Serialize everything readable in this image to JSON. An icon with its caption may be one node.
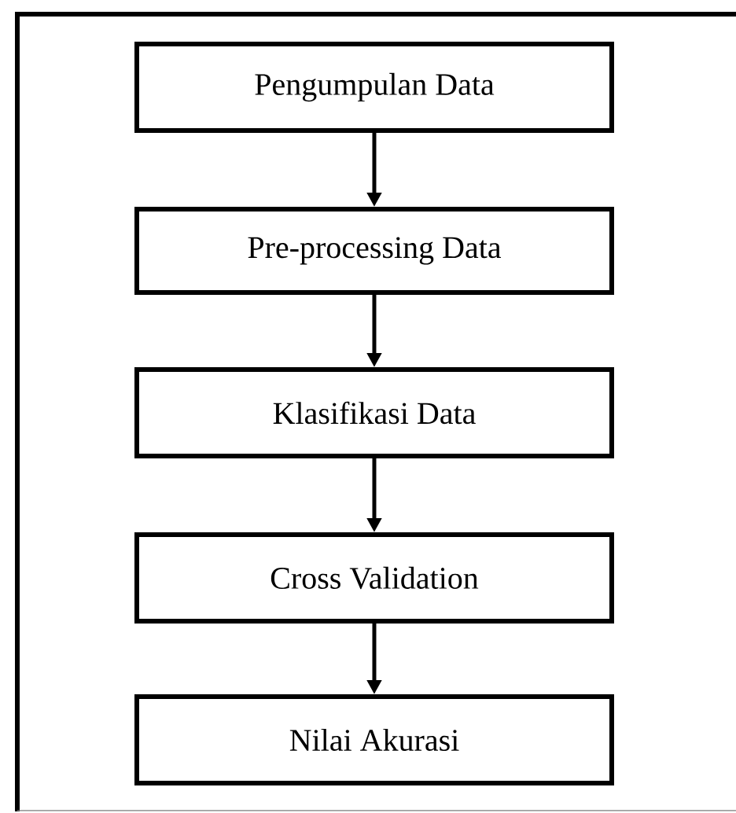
{
  "diagram": {
    "nodes": [
      {
        "text": [
          "Pengumpulan Data"
        ]
      },
      {
        "text": [
          "Pre-processing Data"
        ]
      },
      {
        "text": [
          "Klasifikasi Data"
        ]
      },
      {
        "text": [
          "Cross Validation"
        ]
      },
      {
        "text": [
          "Nilai Akurasi"
        ]
      }
    ],
    "edges": [
      {
        "from": 0,
        "to": 1,
        "arrow": "to"
      },
      {
        "from": 1,
        "to": 2,
        "arrow": "to"
      },
      {
        "from": 2,
        "to": 3,
        "arrow": "to"
      },
      {
        "from": 3,
        "to": 4,
        "arrow": "to"
      }
    ]
  }
}
